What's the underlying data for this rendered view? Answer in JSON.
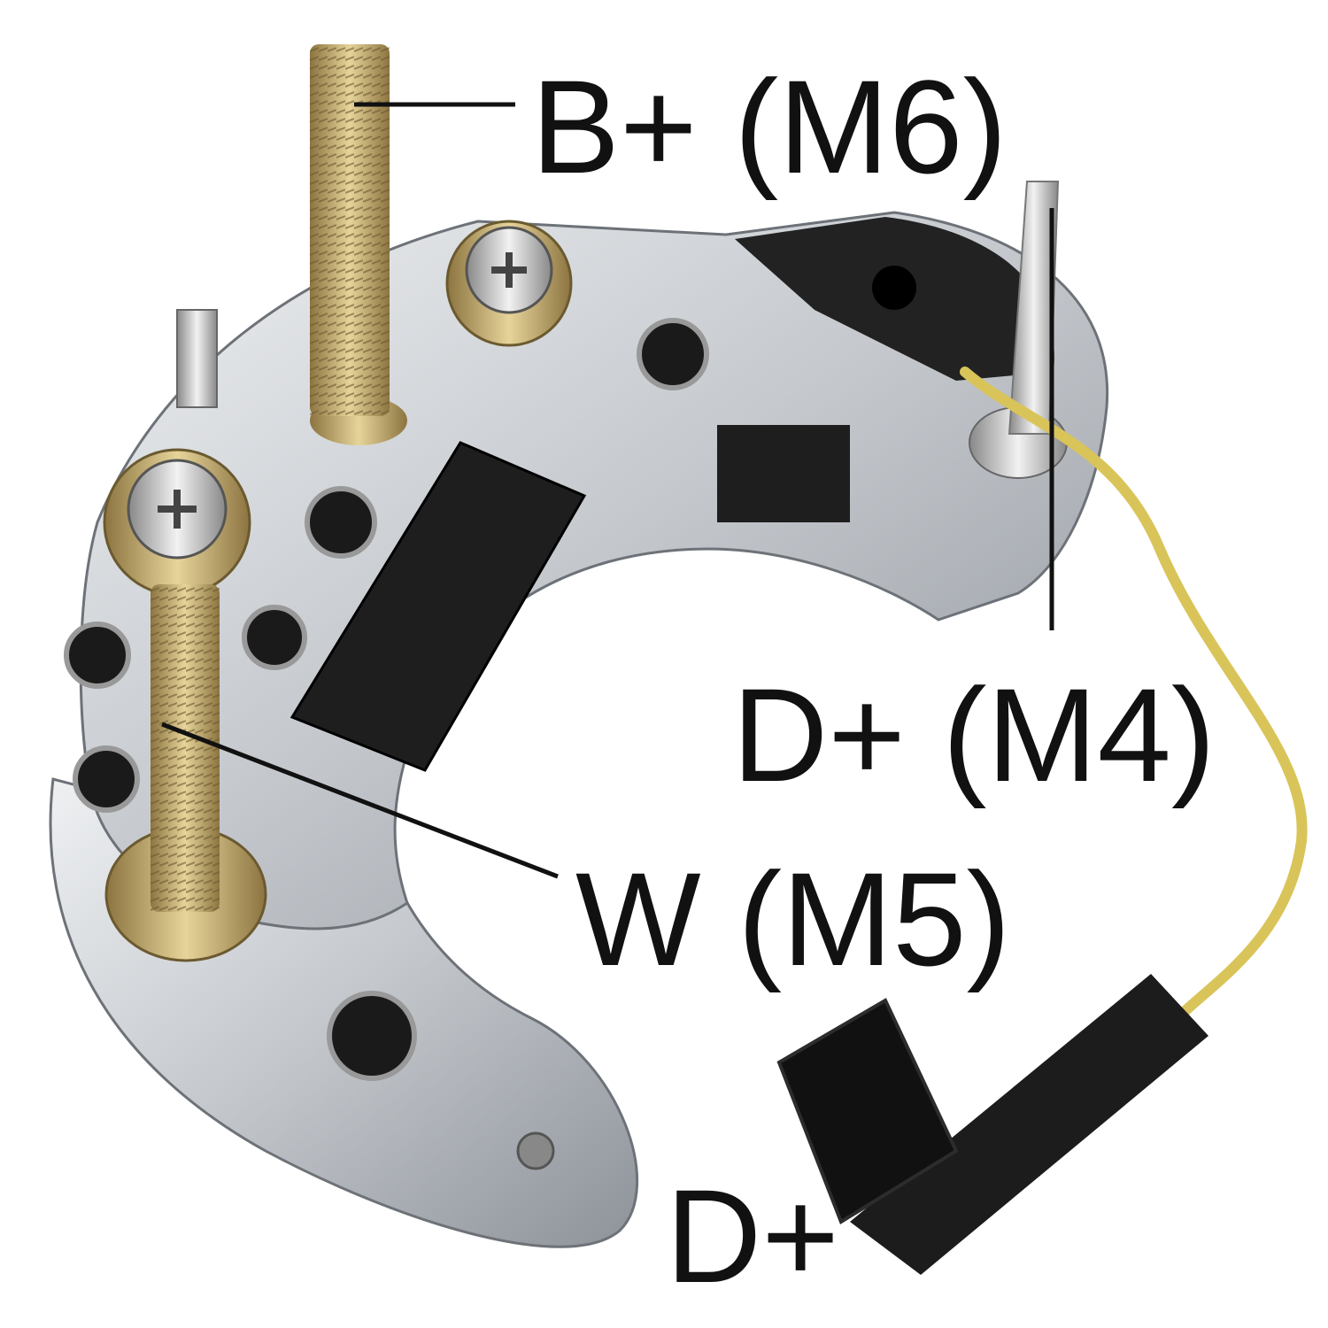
{
  "labels": {
    "b_plus": "B+ (M6)",
    "d_plus_m4": "D+ (M4)",
    "w": "W (M5)",
    "d_plus": "D+"
  },
  "colors": {
    "aluminum": "#c9ccd0",
    "black_plastic": "#1e1e1e",
    "brass": "#c8b070",
    "wire": "#d9c45a"
  }
}
